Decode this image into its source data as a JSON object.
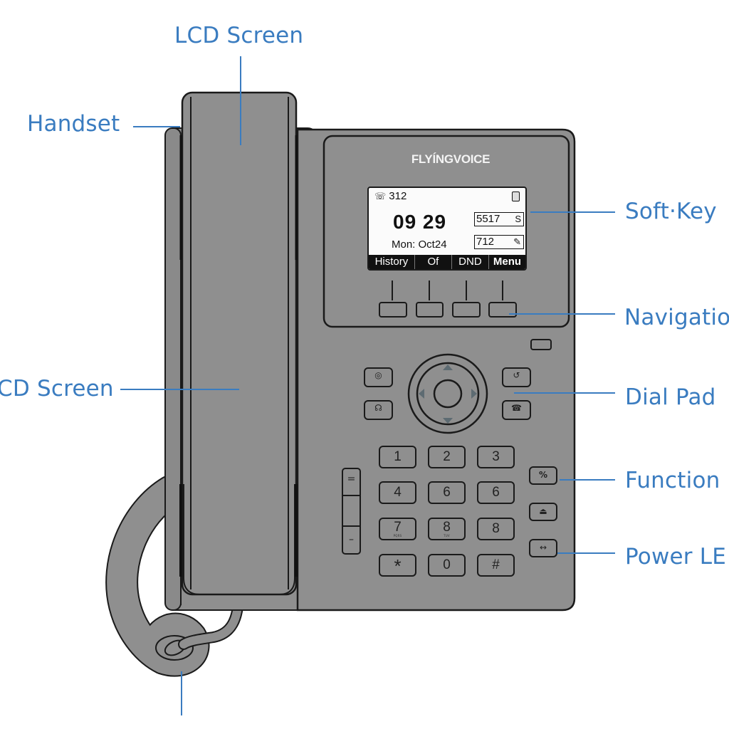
{
  "diagram": {
    "title": "IP desk phone component diagram",
    "label_color": "#3a7cc0",
    "body_color": "#8f8f8f",
    "outline_color": "#1a1a1a"
  },
  "callouts": {
    "lcd_screen_top": "LCD Screen",
    "handset": "Handset",
    "lcd_screen_left": "CD Screen",
    "soft_key": "Soft·Key",
    "navigation": "Navigatio",
    "dial_pad": "Dial Pad",
    "function": "Function",
    "power_led": "Power LE"
  },
  "phone": {
    "brand": "FLYÍNGVOICE",
    "lcd": {
      "line_number": "312",
      "phone_icon": "☏",
      "time": "09 29",
      "date": "Mon: Oct24",
      "status_boxes": [
        {
          "value": "5517",
          "icon": "S"
        },
        {
          "value": "712",
          "icon": "✎"
        }
      ],
      "softkeys": [
        "History",
        "Of",
        "DND",
        "Menu"
      ]
    },
    "left_buttons": [
      {
        "name": "message-icon",
        "glyph": "◎"
      },
      {
        "name": "headset-icon",
        "glyph": "☊"
      }
    ],
    "right_buttons": [
      {
        "name": "redial-icon",
        "glyph": "↺"
      },
      {
        "name": "speaker-icon",
        "glyph": "☎"
      }
    ],
    "volume_keys": [
      "=",
      "–"
    ],
    "dial_pad": [
      {
        "key": "1",
        "sub": ""
      },
      {
        "key": "2",
        "sub": ""
      },
      {
        "key": "3",
        "sub": ""
      },
      {
        "key": "4",
        "sub": ""
      },
      {
        "key": "6",
        "sub": ""
      },
      {
        "key": "6",
        "sub": ""
      },
      {
        "key": "7",
        "sub": "PQRS"
      },
      {
        "key": "8",
        "sub": "TUV"
      },
      {
        "key": "8",
        "sub": ""
      },
      {
        "key": "*",
        "sub": ""
      },
      {
        "key": "0",
        "sub": ""
      },
      {
        "key": "#",
        "sub": ""
      }
    ],
    "function_keys": [
      {
        "name": "transfer-key",
        "glyph": "%"
      },
      {
        "name": "hold-key",
        "glyph": "⏏"
      },
      {
        "name": "conference-key",
        "glyph": "↔"
      }
    ]
  }
}
